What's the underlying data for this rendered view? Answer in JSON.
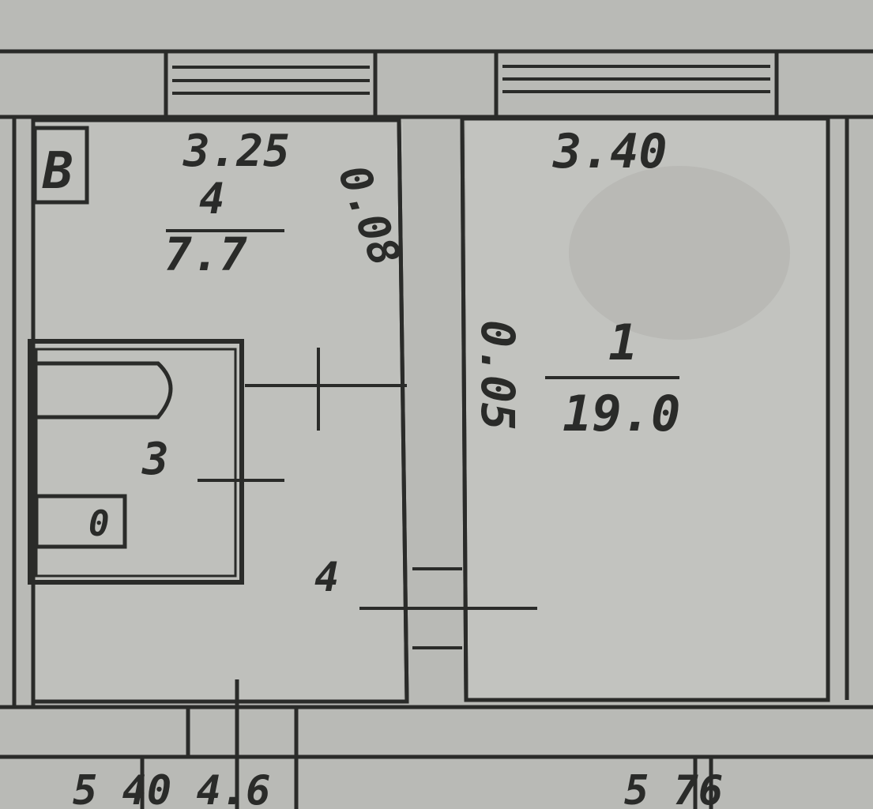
{
  "plan": {
    "palette": {
      "paper": "#b9bab6",
      "paper_light": "#c9cac6",
      "ink": "#2a2b29",
      "ink_soft": "#4a4b48"
    },
    "rooms": [
      {
        "id": "room-1",
        "number": "1",
        "area": "19.0",
        "width": "3.40",
        "side_dim": "0.05"
      },
      {
        "id": "room-2",
        "number": "4",
        "area": "7.7",
        "width": "3.25",
        "side_dim": "0.08"
      }
    ],
    "service": {
      "bath_label": "B",
      "bath_number": "3",
      "corridor_number": "4",
      "closet_mark": "0"
    },
    "bottom_strip": {
      "left_fragment": "5 40 4.6",
      "right_fragment": "5 76"
    }
  }
}
